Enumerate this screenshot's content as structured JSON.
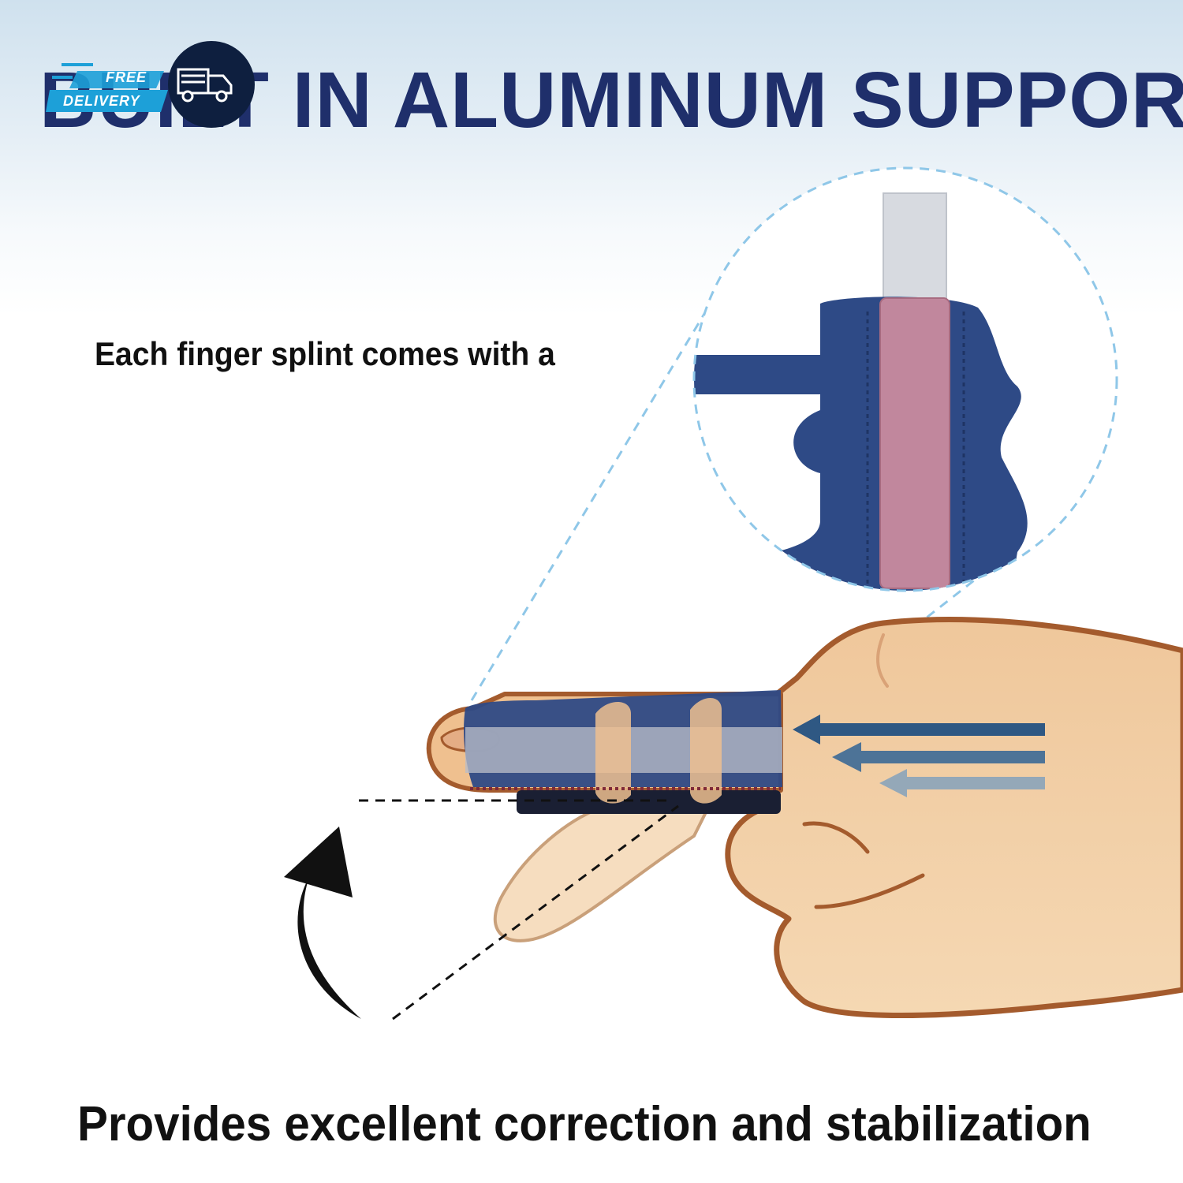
{
  "headline": "BUILT IN ALUMINUM SUPPORT",
  "caption_top": "Each finger splint comes with a",
  "caption_bottom": "Provides excellent correction and stabilization",
  "badge": {
    "line1": "FREE",
    "line2": "DELIVERY"
  },
  "icons": [
    "delivery-truck-icon",
    "curved-arrow-icon",
    "direction-arrow-icon"
  ],
  "colors": {
    "headline": "#1f2f6b",
    "splint_blue": "#2e4a86",
    "aluminum_bar": "#c98a9e",
    "skin": "#f2cfa5",
    "skin_outline": "#a45b2d",
    "badge_blue": "#1da0d8",
    "badge_dark": "#0e1f3f",
    "callout_dash": "#8fc7e8"
  }
}
